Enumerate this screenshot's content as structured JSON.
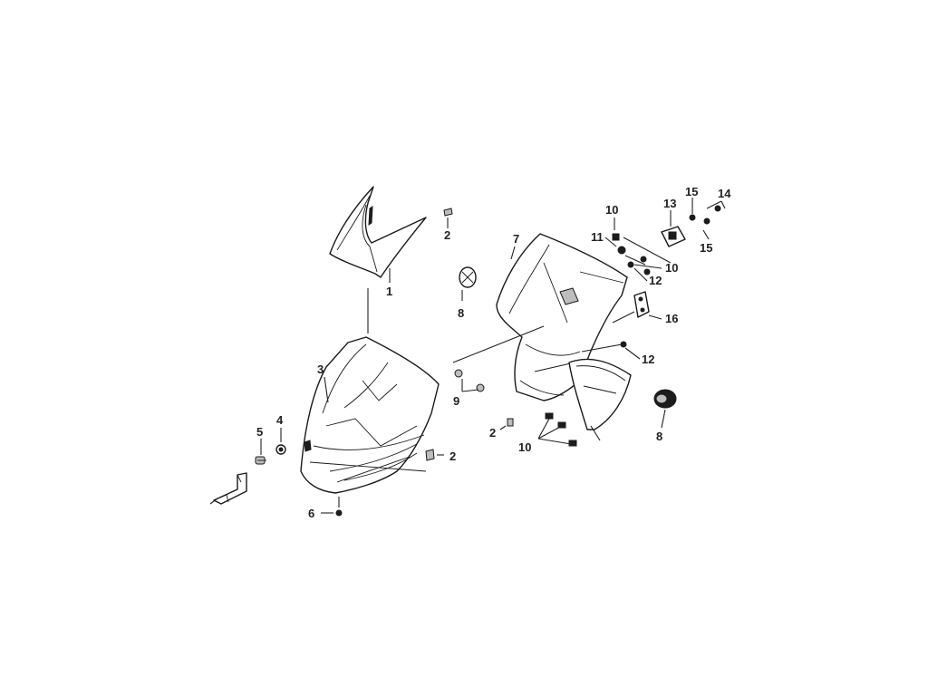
{
  "diagram": {
    "callouts": [
      {
        "id": "c1",
        "text": "1"
      },
      {
        "id": "c2a",
        "text": "2"
      },
      {
        "id": "c2b",
        "text": "2"
      },
      {
        "id": "c2c",
        "text": "2"
      },
      {
        "id": "c3",
        "text": "3"
      },
      {
        "id": "c4",
        "text": "4"
      },
      {
        "id": "c5",
        "text": "5"
      },
      {
        "id": "c6",
        "text": "6"
      },
      {
        "id": "c7",
        "text": "7"
      },
      {
        "id": "c8a",
        "text": "8"
      },
      {
        "id": "c8b",
        "text": "8"
      },
      {
        "id": "c9",
        "text": "9"
      },
      {
        "id": "c10a",
        "text": "10"
      },
      {
        "id": "c10b",
        "text": "10"
      },
      {
        "id": "c10c",
        "text": "10"
      },
      {
        "id": "c11",
        "text": "11"
      },
      {
        "id": "c12a",
        "text": "12"
      },
      {
        "id": "c12b",
        "text": "12"
      },
      {
        "id": "c13",
        "text": "13"
      },
      {
        "id": "c14",
        "text": "14"
      },
      {
        "id": "c15a",
        "text": "15"
      },
      {
        "id": "c15b",
        "text": "15"
      },
      {
        "id": "c16",
        "text": "16"
      }
    ],
    "colors": {
      "line": "#1a1a1a",
      "background": "#ffffff",
      "shade": "#bdbdbd"
    }
  }
}
